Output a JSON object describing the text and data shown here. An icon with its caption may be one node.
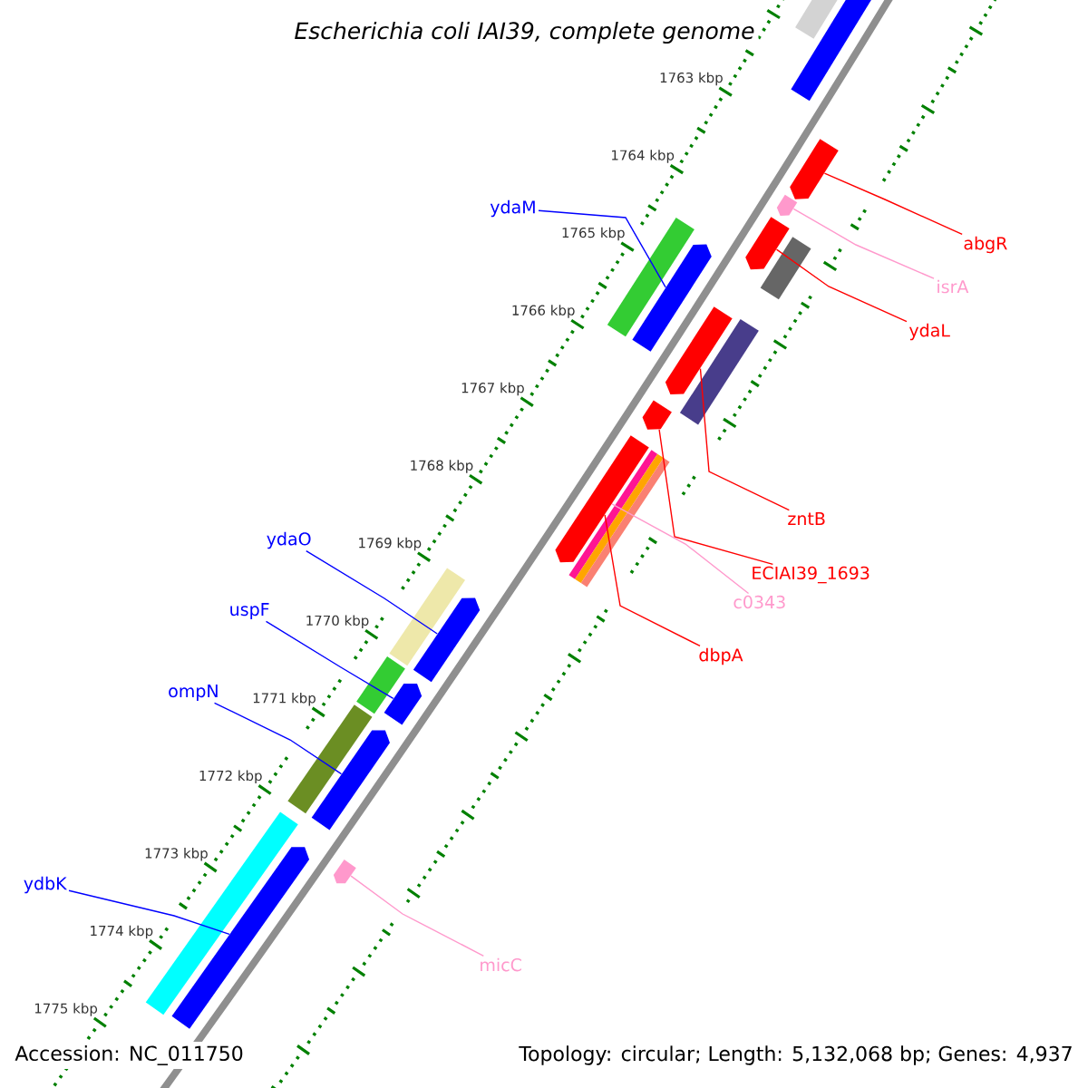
{
  "diagram": {
    "title": "Escherichia coli IAI39, complete genome",
    "nodes": [
      {
        "text": [
          "ydaM"
        ]
      },
      {
        "text": [
          "abgR"
        ]
      },
      {
        "text": [
          "isrA"
        ]
      },
      {
        "text": [
          "ydaL"
        ]
      },
      {
        "text": [
          "zntB"
        ]
      },
      {
        "text": [
          "ECIAI39_1693"
        ]
      },
      {
        "text": [
          "c0343"
        ]
      },
      {
        "text": [
          "dbpA"
        ]
      },
      {
        "text": [
          "ydaO"
        ]
      },
      {
        "text": [
          "uspF"
        ]
      },
      {
        "text": [
          "ompN"
        ]
      },
      {
        "text": [
          "ydbK"
        ]
      },
      {
        "text": [
          "micC"
        ]
      },
      {
        "text": [],
        "shape": "arrow"
      },
      {
        "text": [],
        "shape": "arrow"
      },
      {
        "text": [],
        "shape": "arrow"
      },
      {
        "text": [],
        "shape": "arrow"
      },
      {
        "text": [],
        "shape": "arrow"
      },
      {
        "text": [],
        "shape": "arrow"
      },
      {
        "text": [],
        "shape": "arrow"
      },
      {
        "text": [],
        "shape": "arrow"
      },
      {
        "text": [],
        "shape": "arrow"
      },
      {
        "text": [],
        "shape": "arrow"
      },
      {
        "text": [],
        "shape": "arrow"
      },
      {
        "text": [],
        "shape": "arrow"
      }
    ],
    "edges": [
      {
        "from": 0,
        "to": 13,
        "arrow": "none",
        "color": "#0000ff"
      },
      {
        "from": 1,
        "to": 14,
        "arrow": "none",
        "color": "#ff0000"
      },
      {
        "from": 2,
        "to": 15,
        "arrow": "none",
        "color": "#ff99cc"
      },
      {
        "from": 3,
        "to": 16,
        "arrow": "none",
        "color": "#ff0000"
      },
      {
        "from": 4,
        "to": 17,
        "arrow": "none",
        "color": "#ff0000"
      },
      {
        "from": 5,
        "to": 18,
        "arrow": "none",
        "color": "#ff0000"
      },
      {
        "from": 6,
        "to": 19,
        "arrow": "none",
        "color": "#ff99cc"
      },
      {
        "from": 7,
        "to": 19,
        "arrow": "none",
        "color": "#ff0000"
      },
      {
        "from": 8,
        "to": 20,
        "arrow": "none",
        "color": "#0000ff"
      },
      {
        "from": 9,
        "to": 21,
        "arrow": "none",
        "color": "#0000ff"
      },
      {
        "from": 10,
        "to": 22,
        "arrow": "none",
        "color": "#0000ff"
      },
      {
        "from": 11,
        "to": 23,
        "arrow": "none",
        "color": "#0000ff"
      },
      {
        "from": 12,
        "to": 24,
        "arrow": "none",
        "color": "#ff99cc"
      }
    ],
    "labels": [
      "1763 kbp",
      "1764 kbp",
      "1765 kbp",
      "1766 kbp",
      "1767 kbp",
      "1768 kbp",
      "1769 kbp",
      "1770 kbp",
      "1771 kbp",
      "1772 kbp",
      "1773 kbp",
      "1774 kbp",
      "1775 kbp",
      "Accession: NC_011750",
      "Topology: circular; Length: 5,132,068 bp; Genes: 4,937"
    ]
  }
}
